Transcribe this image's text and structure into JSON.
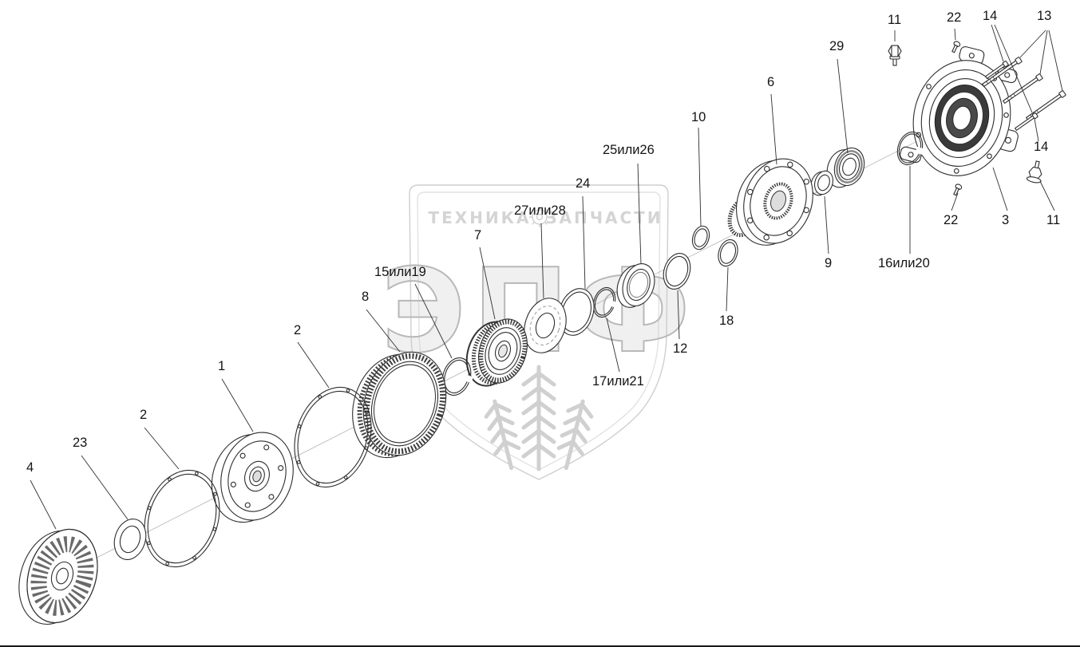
{
  "watermark": {
    "brand_left": "ТЕХНИКА",
    "brand_right": "ЗАПЧАСТИ",
    "big_text": "ЭПФ"
  },
  "labels": [
    {
      "id": "label-11-top",
      "text": "11"
    },
    {
      "id": "label-22-top",
      "text": "22"
    },
    {
      "id": "label-14-top",
      "text": "14"
    },
    {
      "id": "label-13",
      "text": "13"
    },
    {
      "id": "label-29",
      "text": "29"
    },
    {
      "id": "label-6",
      "text": "6"
    },
    {
      "id": "label-10",
      "text": "10"
    },
    {
      "id": "label-25-26",
      "text": "25или26"
    },
    {
      "id": "label-24",
      "text": "24"
    },
    {
      "id": "label-27-28",
      "text": "27или28"
    },
    {
      "id": "label-7",
      "text": "7"
    },
    {
      "id": "label-15-19",
      "text": "15или19"
    },
    {
      "id": "label-8",
      "text": "8"
    },
    {
      "id": "label-2-first",
      "text": "2"
    },
    {
      "id": "label-1",
      "text": "1"
    },
    {
      "id": "label-2-second",
      "text": "2"
    },
    {
      "id": "label-23",
      "text": "23"
    },
    {
      "id": "label-4",
      "text": "4"
    },
    {
      "id": "label-14-right",
      "text": "14"
    },
    {
      "id": "label-22-bottom",
      "text": "22"
    },
    {
      "id": "label-3",
      "text": "3"
    },
    {
      "id": "label-11-bottom",
      "text": "11"
    },
    {
      "id": "label-9",
      "text": "9"
    },
    {
      "id": "label-16-20",
      "text": "16или20"
    },
    {
      "id": "label-18",
      "text": "18"
    },
    {
      "id": "label-12",
      "text": "12"
    },
    {
      "id": "label-17-21",
      "text": "17или21"
    }
  ]
}
